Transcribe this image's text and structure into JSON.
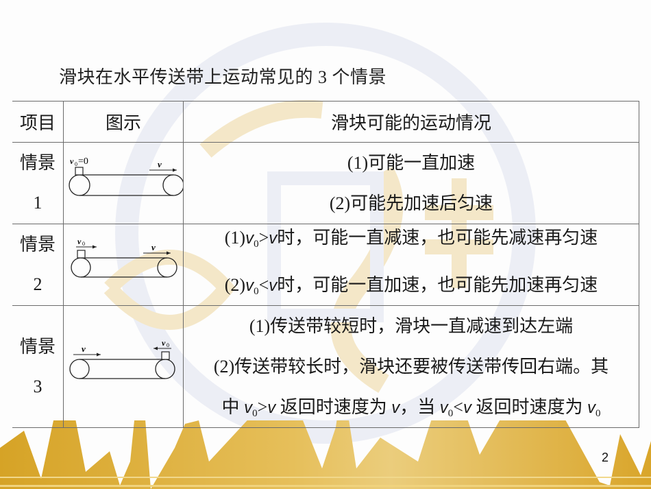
{
  "slide": {
    "title": "滑块在水平传送带上运动常见的 3 个情景",
    "page_number": "2"
  },
  "table": {
    "headers": [
      "项目",
      "图示",
      "滑块可能的运动情况"
    ],
    "rows": [
      {
        "label_line1": "情景",
        "label_line2": "1",
        "figure": {
          "block_label": "v0=0",
          "belt_label": "v",
          "block_position": "left",
          "block_arrow": "none",
          "belt_arrow": "right"
        },
        "lines": [
          {
            "prefix": "(1)",
            "text": "可能一直加速"
          },
          {
            "prefix": "(2)",
            "text": "可能先加速后匀速"
          }
        ]
      },
      {
        "label_line1": "情景",
        "label_line2": "2",
        "figure": {
          "block_label": "v0",
          "belt_label": "v",
          "block_position": "left",
          "block_arrow": "right",
          "belt_arrow": "right"
        },
        "lines": [
          {
            "prefix": "(1)",
            "v": "v",
            "sub": "0",
            "op": ">",
            "v2": "v",
            "text": "时，可能一直减速，也可能先减速再匀速"
          },
          {
            "prefix": "(2)",
            "v": "v",
            "sub": "0",
            "op": "<",
            "v2": "v",
            "text": "时，可能一直加速，也可能先加速再匀速"
          }
        ]
      },
      {
        "label_line1": "情景",
        "label_line2": "3",
        "figure": {
          "block_label": "v0",
          "belt_label": "v",
          "block_position": "right",
          "block_arrow": "left",
          "belt_arrow": "right"
        },
        "lines": [
          {
            "text": "(1)传送带较短时，滑块一直减速到达左端"
          },
          {
            "text": "(2)传送带较长时，滑块还要被传送带传回右端。其"
          },
          {
            "pre": "中 ",
            "v": "v",
            "sub": "0",
            "op": ">",
            "v2": "v",
            "mid": " 返回时速度为 ",
            "v3": "v",
            "mid2": "，当 ",
            "v4": "v",
            "sub4": "0",
            "op4": "<",
            "v5": "v",
            "mid3": " 返回时速度为 ",
            "v6": "v",
            "sub6": "0"
          }
        ]
      }
    ]
  },
  "colors": {
    "gold": "#d9a520",
    "gold_light": "#ecc96a",
    "watermark_blue": "#e9eaf3",
    "watermark_gold": "#f3e3bd",
    "rule": "#6b6b6b"
  }
}
